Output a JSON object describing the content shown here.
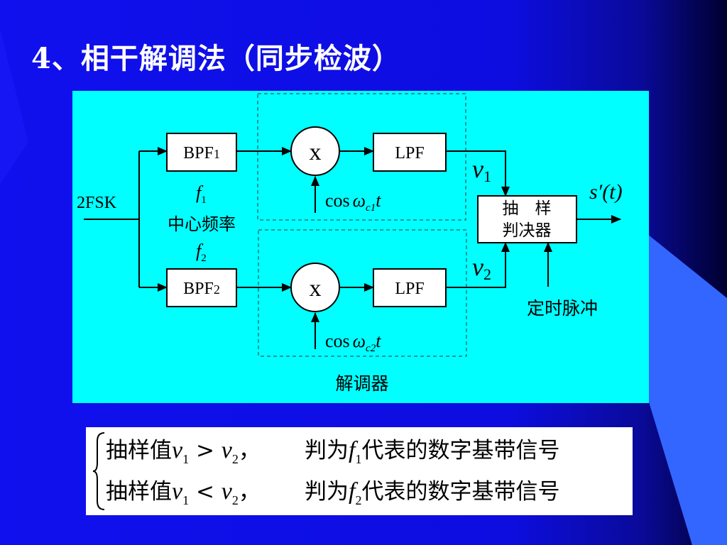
{
  "slide_title": "4、相干解调法（同步检波）",
  "diagram": {
    "input_label": "2FSK",
    "bpf1_label": "BPF",
    "bpf1_sub": "1",
    "bpf2_label": "BPF",
    "bpf2_sub": "2",
    "mixer_symbol": "x",
    "lpf_label": "LPF",
    "f1_letter": "f",
    "f1_sub": "1",
    "center_freq_label": "中心频率",
    "f2_letter": "f",
    "f2_sub": "2",
    "carrier_cos": "cos",
    "carrier_omega": "ω",
    "carrier1_sub": "c1",
    "carrier2_sub": "c2",
    "carrier_t": "t",
    "v_letter": "v",
    "v1_sub": "1",
    "v2_sub": "2",
    "sampler_line1": "抽　样",
    "sampler_line2": "判决器",
    "output_label": "s′(t)",
    "timing_label": "定时脉冲",
    "demod_label": "解调器"
  },
  "decision_rule": {
    "rows": [
      {
        "prefix": "抽样值",
        "var_a": "v",
        "sub_a": "1",
        "op": " > ",
        "var_b": "v",
        "sub_b": "2",
        "comma": "，",
        "judge": "判为",
        "f": "f",
        "f_sub": "1",
        "suffix": "代表的数字基带信号"
      },
      {
        "prefix": "抽样值",
        "var_a": "v",
        "sub_a": "1",
        "op": " < ",
        "var_b": "v",
        "sub_b": "2",
        "comma": "，",
        "judge": "判为",
        "f": "f",
        "f_sub": "2",
        "suffix": "代表的数字基带信号"
      }
    ]
  },
  "colors": {
    "background": "#0f0fea",
    "panel": "#00ffff",
    "accent_polygon": "#3366ff",
    "title_text": "#ffffff"
  }
}
